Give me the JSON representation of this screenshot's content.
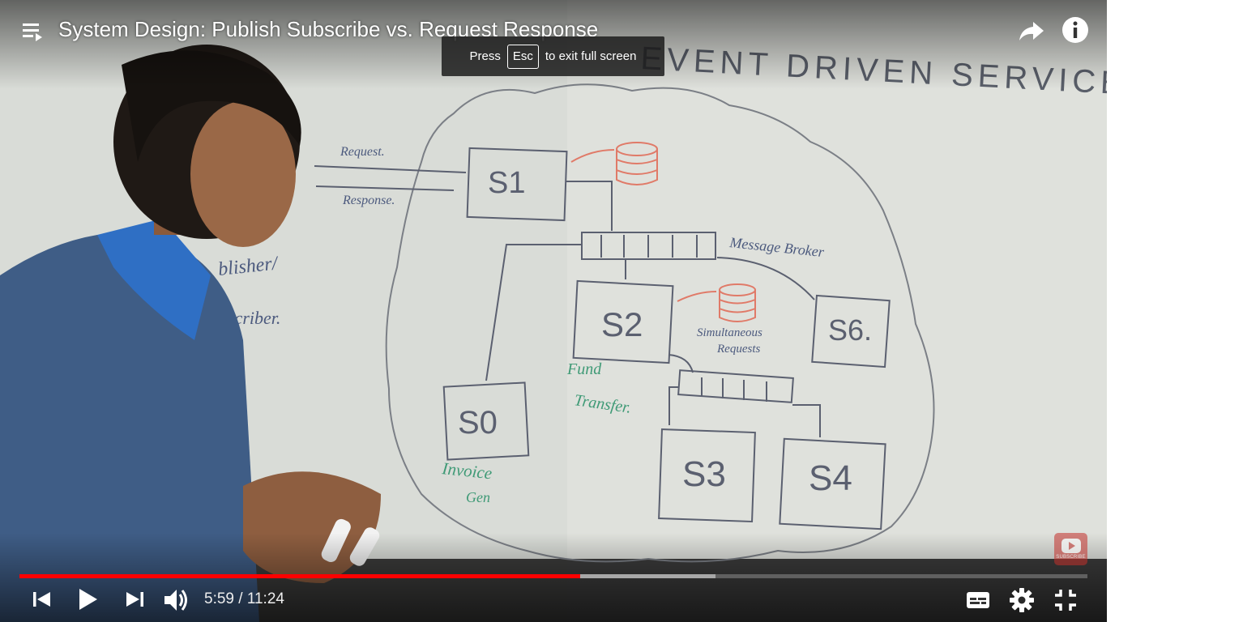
{
  "player": {
    "title": "System Design: Publish Subscribe vs. Request Response",
    "fullscreen_notice": {
      "prefix": "Press",
      "key": "Esc",
      "suffix": "to exit full screen"
    },
    "progress": {
      "played_fraction": 0.525,
      "buffered_fraction": 0.652,
      "played_color": "#ff0000"
    },
    "time": {
      "current": "5:59",
      "separator": "/",
      "duration": "11:24"
    },
    "icons": {
      "playlist": "playlist-icon",
      "share": "share-icon",
      "info": "info-icon",
      "previous": "previous-icon",
      "play": "play-icon",
      "next": "next-icon",
      "volume": "volume-icon",
      "captions": "captions-icon",
      "settings": "gear-icon",
      "exit_fullscreen": "exit-fullscreen-icon"
    },
    "watermark": {
      "label": "SUBSCRIBE"
    }
  },
  "whiteboard": {
    "heading": "EVENT DRIVEN SERVICES",
    "left_text": [
      "blisher/",
      "bscriber."
    ],
    "arrow_labels": [
      "Request.",
      "Response."
    ],
    "services": [
      "S1",
      "S2",
      "S6.",
      "S0",
      "S3",
      "S4"
    ],
    "broker_label": "Message Broker",
    "simultaneous_label": [
      "Simultaneous",
      "Requests"
    ],
    "fund_transfer_label": [
      "Fund",
      "Transfer."
    ],
    "invoice_label": [
      "Invoice",
      "Gen"
    ]
  }
}
